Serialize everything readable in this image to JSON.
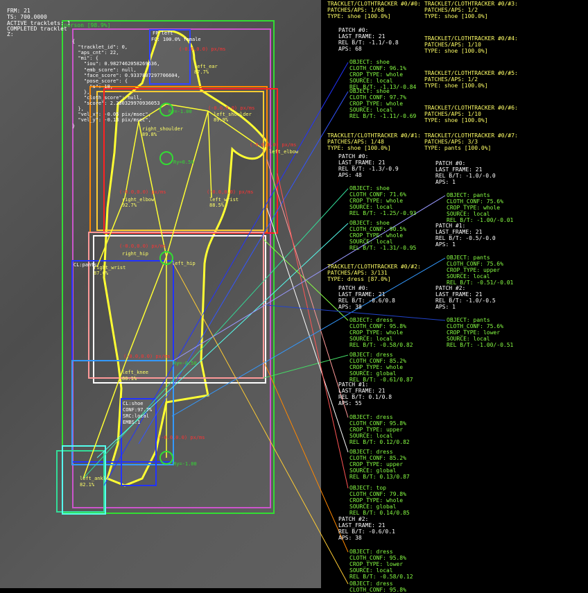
{
  "hud": {
    "frm": "FRM: 21",
    "ts": "TS: 700.0000",
    "active": "ACTIVE tracklets: 1",
    "completed": "COMPLETED tracklet",
    "z": "Z:"
  },
  "detections": {
    "person_box": "person [98.9%]",
    "fp_left": "FP left",
    "fc_label": "FC: 100.0% female",
    "left_ear": "left_ear",
    "left_ear_conf": "87.7%",
    "left_shoulder": "left_shoulder",
    "left_shoulder_conf": "89.9%",
    "right_shoulder": "right_shoulder",
    "right_shoulder_conf": "89.8%",
    "right_elbow": "right_elbow",
    "right_elbow_conf": "92.7%",
    "left_wrist": "left_wrist",
    "left_wrist_conf": "88.5%",
    "right_wrist": "right_wrist",
    "right_wrist_conf": "87.0%",
    "right_hip": "right_hip",
    "left_hip": "left_hip",
    "left_knee": "left_knee",
    "left_knee_conf": "80.1%",
    "left_ankle": "left_ankle",
    "left_ankle_conf": "82.1%",
    "left_elbow": "left_elbow",
    "ry_top": "Ry=-1.00",
    "ry_mid": "Ry=0.50",
    "ry_low": "Ry=-0.50",
    "ry_ankle": "Ry=-1.00",
    "velocity": "(-0.0,0.0) px/ms",
    "cl_shoe": "CL:shoe",
    "conf_97": "CONF:97.7%",
    "src_local": "SRC:local",
    "embs": "EMBS:1",
    "cl_pants": "CL:pants"
  },
  "json_overlay": [
    "{",
    "  \"tracklet_id\": 0,",
    "  \"aps_cnt\": 22,",
    "  \"mi\": {",
    "    \"iou\": 0.9827462058269636,",
    "    \"emb_score\": null,",
    "    \"face_score\": 0.9337807297706604,",
    "    \"pose_score\": {",
    "      \"s\": 18,",
    "    },",
    "    \"cloth_score\": null,",
    "    \"score\": 2.330329970936053",
    "  },",
    "  \"vel_x\": -0.05 pix/msec\",",
    "  \"vel_y\": -0.13 pix/msec\",",
    "}"
  ],
  "panel": {
    "col_left": [
      {
        "k": "h",
        "lines": [
          "TRACKLET/CLOTHTRACKER #0/#0:",
          "PATCHES/APS: 1/68",
          "TYPE: shoe [100.0%]"
        ]
      },
      {
        "k": "p",
        "lines": [
          "PATCH #0:",
          "LAST_FRAME: 21",
          "REL B/T: -1.1/-0.8",
          "APS: 68"
        ]
      },
      {
        "k": "o",
        "lines": [
          "OBJECT: shoe",
          "CLOTH_CONF: 96.1%",
          "CROP_TYPE: whole",
          "SOURCE: local",
          "REL B/T: -1.13/-0.84"
        ]
      },
      {
        "k": "o",
        "lines": [
          "OBJECT: shoe",
          "CLOTH_CONF: 97.7%",
          "CROP_TYPE: whole",
          "SOURCE: local",
          "REL B/T: -1.11/-0.69"
        ]
      },
      {
        "k": "h",
        "lines": [
          "TRACKLET/CLOTHTRACKER #0/#1:",
          "PATCHES/APS: 1/48",
          "TYPE: shoe [100.0%]"
        ]
      },
      {
        "k": "p",
        "lines": [
          "PATCH #0:",
          "LAST_FRAME: 21",
          "REL B/T: -1.3/-0.9",
          "APS: 48"
        ]
      },
      {
        "k": "o",
        "lines": [
          "OBJECT: shoe",
          "CLOTH_CONF: 71.6%",
          "CROP_TYPE: whole",
          "SOURCE: local",
          "REL B/T: -1.25/-0.93"
        ]
      },
      {
        "k": "o",
        "lines": [
          "OBJECT: shoe",
          "CLOTH_CONF: 90.5%",
          "CROP_TYPE: whole",
          "SOURCE: local",
          "REL B/T: -1.31/-0.95"
        ]
      },
      {
        "k": "h",
        "lines": [
          "TRACKLET/CLOTHTRACKER #0/#2:",
          "PATCHES/APS: 3/131",
          "TYPE: dress [87.0%]"
        ]
      },
      {
        "k": "p",
        "lines": [
          "PATCH #0:",
          "LAST_FRAME: 21",
          "REL B/T: -0.6/0.8",
          "APS: 38"
        ]
      },
      {
        "k": "o",
        "lines": [
          "OBJECT: dress",
          "CLOTH_CONF: 95.8%",
          "CROP_TYPE: whole",
          "SOURCE: local",
          "REL B/T: -0.58/0.82"
        ]
      },
      {
        "k": "o",
        "lines": [
          "OBJECT: dress",
          "CLOTH_CONF: 85.2%",
          "CROP_TYPE: whole",
          "SOURCE: global",
          "REL B/T: -0.61/0.87"
        ]
      },
      {
        "k": "p",
        "lines": [
          "PATCH #1:",
          "LAST_FRAME: 21",
          "REL B/T: 0.1/0.8",
          "APS: 55"
        ]
      },
      {
        "k": "o",
        "lines": [
          "OBJECT: dress",
          "CLOTH_CONF: 95.8%",
          "CROP_TYPE: upper",
          "SOURCE: local",
          "REL B/T: 0.12/0.82"
        ]
      },
      {
        "k": "o",
        "lines": [
          "OBJECT: dress",
          "CLOTH_CONF: 85.2%",
          "CROP_TYPE: upper",
          "SOURCE: global",
          "REL B/T: 0.13/0.87"
        ]
      },
      {
        "k": "o",
        "lines": [
          "OBJECT: top",
          "CLOTH_CONF: 79.8%",
          "CROP_TYPE: whole",
          "SOURCE: global",
          "REL B/T: 0.14/0.85"
        ]
      },
      {
        "k": "p",
        "lines": [
          "PATCH #2:",
          "LAST_FRAME: 21",
          "REL B/T: -0.6/0.1",
          "APS: 38"
        ]
      },
      {
        "k": "o",
        "lines": [
          "OBJECT: dress",
          "CLOTH_CONF: 95.8%",
          "CROP_TYPE: lower",
          "SOURCE: local",
          "REL B/T: -0.58/0.12"
        ]
      },
      {
        "k": "o",
        "lines": [
          "OBJECT: dress",
          "CLOTH_CONF: 95.8%"
        ]
      }
    ],
    "col_right": [
      {
        "k": "h",
        "lines": [
          "TRACKLET/CLOTHTRACKER #0/#3:",
          "PATCHES/APS: 1/2",
          "TYPE: shoe [100.0%]"
        ]
      },
      {
        "k": "h",
        "lines": [
          "TRACKLET/CLOTHTRACKER #0/#4:",
          "PATCHES/APS: 1/10",
          "TYPE: shoe [100.0%]"
        ]
      },
      {
        "k": "h",
        "lines": [
          "TRACKLET/CLOTHTRACKER #0/#5:",
          "PATCHES/APS: 1/2",
          "TYPE: shoe [100.0%]"
        ]
      },
      {
        "k": "h",
        "lines": [
          "TRACKLET/CLOTHTRACKER #0/#6:",
          "PATCHES/APS: 1/10",
          "TYPE: shoe [100.0%]"
        ]
      },
      {
        "k": "h",
        "lines": [
          "TRACKLET/CLOTHTRACKER #0/#7:",
          "PATCHES/APS: 3/3",
          "TYPE: pants [100.0%]"
        ]
      },
      {
        "k": "p",
        "lines": [
          "PATCH #0:",
          "LAST_FRAME: 21",
          "REL B/T: -1.0/-0.0",
          "APS: 1"
        ]
      },
      {
        "k": "o",
        "lines": [
          "OBJECT: pants",
          "CLOTH_CONF: 75.6%",
          "CROP_TYPE: whole",
          "SOURCE: local",
          "REL B/T: -1.00/-0.01"
        ]
      },
      {
        "k": "p",
        "lines": [
          "PATCH #1:",
          "LAST_FRAME: 21",
          "REL B/T: -0.5/-0.0",
          "APS: 1"
        ]
      },
      {
        "k": "o",
        "lines": [
          "OBJECT: pants",
          "CLOTH_CONF: 75.6%",
          "CROP_TYPE: upper",
          "SOURCE: local",
          "REL B/T: -0.51/-0.01"
        ]
      },
      {
        "k": "p",
        "lines": [
          "PATCH #2:",
          "LAST_FRAME: 21",
          "REL B/T: -1.0/-0.5",
          "APS: 1"
        ]
      },
      {
        "k": "o",
        "lines": [
          "OBJECT: pants",
          "CLOTH_CONF: 75.6%",
          "CROP_TYPE: lower",
          "SOURCE: local",
          "REL B/T: -1.00/-0.51"
        ]
      }
    ]
  },
  "colors": {
    "person": "#33dd33",
    "skeleton": "#ffff33",
    "velocity": "#ff2222",
    "header_text": "#ffff66",
    "patch_text": "#ffffff",
    "object_text": "#88ff44"
  }
}
